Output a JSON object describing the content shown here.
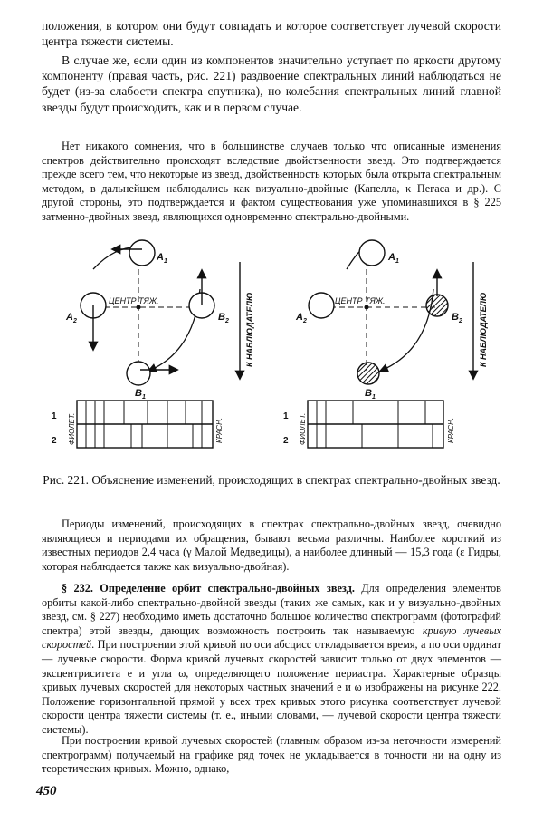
{
  "page": {
    "paragraphs": {
      "p1": "положения, в котором они будут совпадать и которое соответствует лучевой скорости центра тяжести системы.",
      "p2": "В случае же, если один из компонентов значительно уступает по яркости другому компоненту (правая часть, рис. 221) раздвоение спектральных линий наблюдаться не будет (из-за слабости спектра спутника), но колебания спектральных линий главной звезды будут происходить, как и в первом случае.",
      "p3": "Нет никакого сомнения, что в большинстве случаев только что описанные изменения спектров действительно происходят вследствие двойственности звезд. Это подтверждается прежде всего тем, что некоторые из звезд, двойственность которых была открыта спектральным методом, в дальнейшем наблюдались как визуально-двойные (Капелла, κ Пегаса и др.). С другой стороны, это подтверждается и фактом существования уже упоминавшихся в § 225 затменно-двойных звезд, являющихся одновременно спектрально-двойными.",
      "p4": "Периоды изменений, происходящих в спектрах спектрально-двойных звезд, очевидно являющиеся и периодами их обращения, бывают весьма различны. Наиболее короткий из известных периодов 2,4 часа (γ Малой Медведицы), а наиболее длинный — 15,3 года (ε Гидры, которая наблюдается также как визуально-двойная).",
      "p5_heading": "§ 232. Определение орбит спектрально-двойных звезд.",
      "p5_a": " Для определения элементов орбиты какой-либо спектрально-двойной звезды (таких же самых, как и у визуально-двойных звезд, см. § 227) необходимо иметь достаточно большое количество спектрограмм (фотографий спектра) этой звезды, дающих возможность построить так называемую ",
      "p5_italic": "кривую лучевых скоростей",
      "p5_b": ". При построении этой кривой по оси абсцисс откладывается время, а по оси ординат — лучевые скорости. Форма кривой лучевых скоростей зависит только от двух элементов — эксцентриситета e и угла ω, определяющего положение периастра. Характерные образцы кривых лучевых скоростей для некоторых частных значений e и ω изображены на рисунке 222. Положение горизонтальной прямой у всех трех кривых этого рисунка соответствует лучевой скорости центра тяжести системы (т. е., иными словами, — лучевой скорости центра тяжести системы).",
      "p6": "При построении кривой лучевых скоростей (главным образом из-за неточности измерений спектрограмм) получаемый на графике ряд точек не укладывается в точности ни на одну из теоретических кривых. Можно, однако,"
    },
    "figure": {
      "caption": "Рис. 221. Объяснение изменений, происходящих в спектрах спектрально-двойных звезд.",
      "center_label": "ЦЕНТР ТЯЖ.",
      "observer_label": "К НАБЛЮДАТЕЛЮ",
      "label_A1": "A",
      "label_A2": "A",
      "label_B1": "B",
      "label_B2": "B",
      "sub_1": "1",
      "sub_2": "2",
      "violet": "ФИОЛЕТ.",
      "red": "КРАСН.",
      "row1": "1",
      "row2": "2"
    },
    "page_number": "450"
  }
}
